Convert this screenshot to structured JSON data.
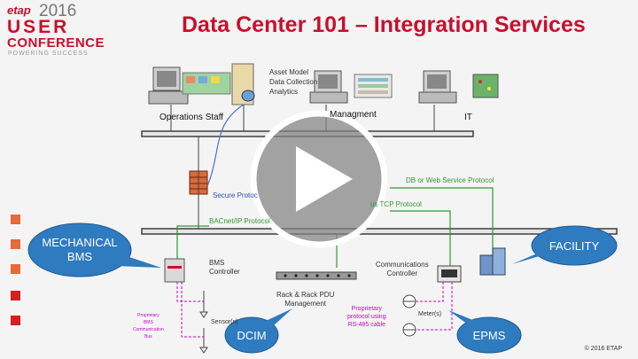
{
  "logo": {
    "brand": "etap",
    "year": "2016",
    "line1": "USER",
    "line2": "CONFERENCE",
    "tagline": "POWERING SUCCESS"
  },
  "title": "Data Center 101 – Integration Services",
  "top_labels": {
    "asset": [
      "Asset Model",
      "Data Collection",
      "Analytics"
    ],
    "ops": "Operations Staff",
    "mgmt": "Managment",
    "it": "IT"
  },
  "protocols": {
    "secure": "Secure Protoc",
    "bacnet": "BACnet/IP Protocol",
    "db": "DB or Web Service Protocol",
    "tcp": "us TCP Protocol"
  },
  "devices": {
    "bms": [
      "BMS",
      "Controller"
    ],
    "rack": [
      "Rack & Rack PDU",
      "Management"
    ],
    "comms": [
      "Communications",
      "Controller"
    ],
    "sensors": "Sensor(s)",
    "meters": "Meter(s)",
    "proprietary_bus": [
      "Proprietary",
      "BMS",
      "Communication",
      "Bus"
    ],
    "rs485": [
      "Proprietary",
      "protocol using",
      "RS-485 cable"
    ]
  },
  "bubbles": {
    "mechanical": [
      "MECHANICAL",
      "BMS"
    ],
    "facility": "FACILITY",
    "dcim": "DCIM",
    "epms": "EPMS"
  },
  "bullet_colors": [
    "#e8693a",
    "#e8693a",
    "#e8693a",
    "#d81e1e",
    "#d81e1e"
  ],
  "colors": {
    "accent": "#c8102e",
    "bubble": "#2f7bbf",
    "green": "#2e9a2e",
    "magenta": "#cc00cc"
  },
  "player": {
    "control": "play-button"
  },
  "footer": "© 2016 ETAP"
}
